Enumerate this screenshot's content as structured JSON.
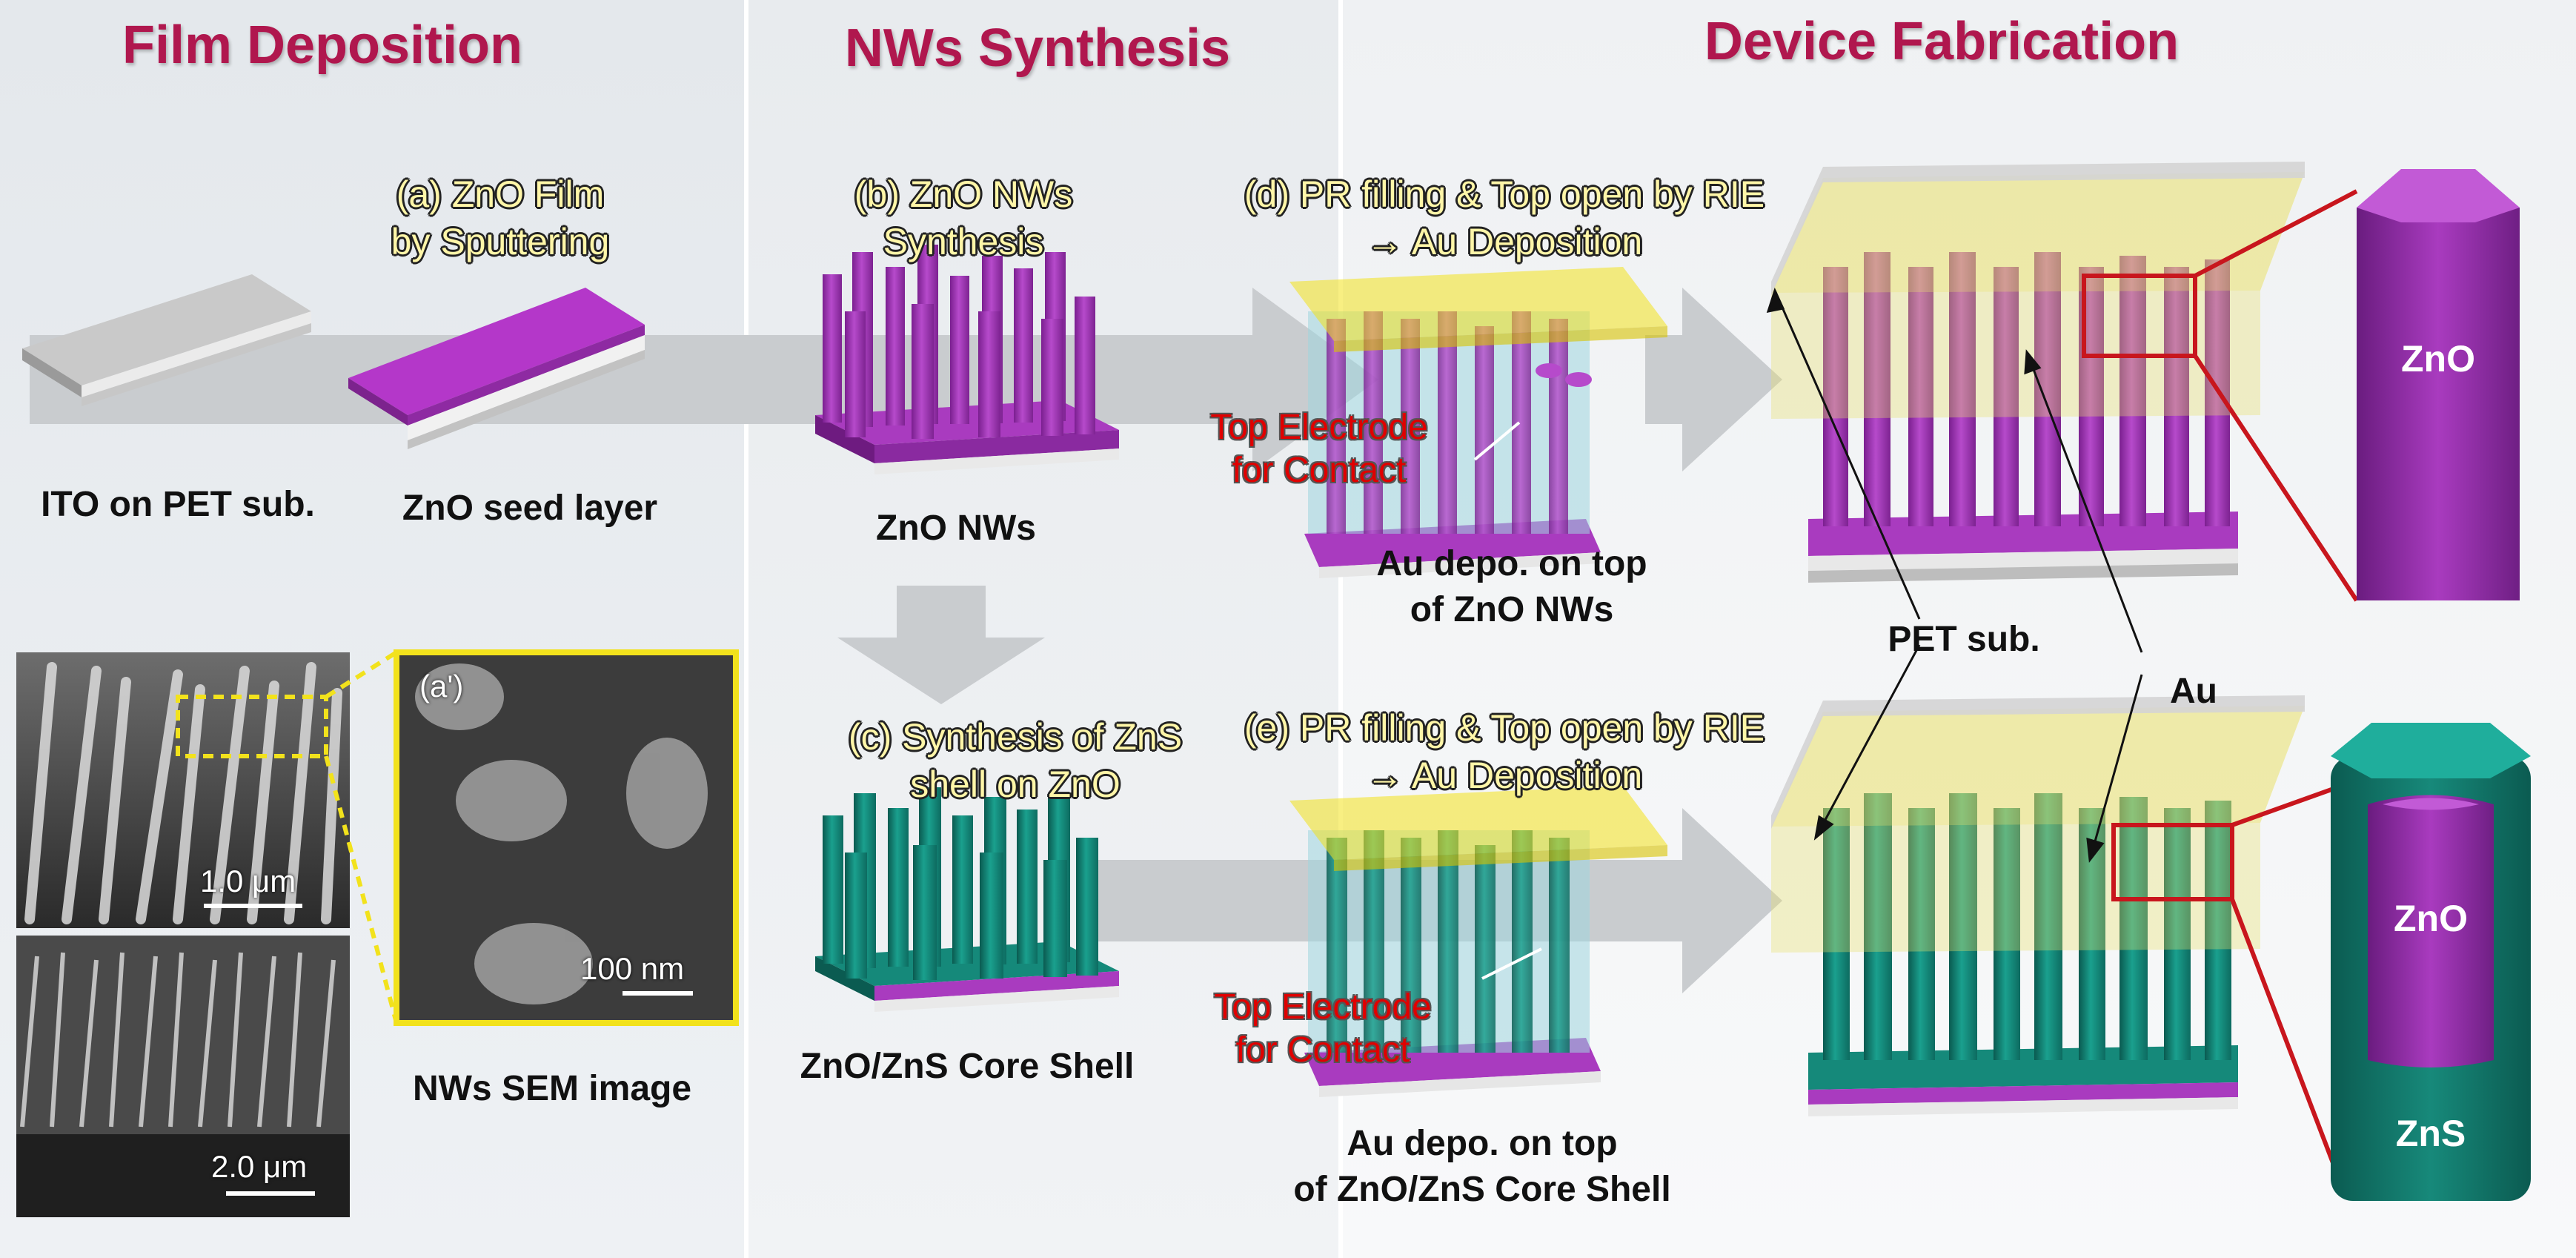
{
  "sections": {
    "film": "Film Deposition",
    "nws": "NWs Synthesis",
    "device": "Device Fabrication"
  },
  "steps": {
    "a1": "(a) ZnO Film",
    "a2": "by Sputtering",
    "b1": "(b) ZnO NWs",
    "b2": "Synthesis",
    "c1": "(c) Synthesis of ZnS",
    "c2": "shell on ZnO",
    "d1": "(d) PR filling & Top open by RIE",
    "d2": "→ Au Deposition",
    "e1": "(e) PR filling & Top open by RIE",
    "e2": "→ Au Deposition"
  },
  "labels": {
    "ito": "ITO on PET sub.",
    "seed": "ZnO seed layer",
    "zno_nws": "ZnO NWs",
    "core_shell": "ZnO/ZnS Core Shell",
    "sem_image": "NWs SEM image",
    "au_top1_a": "Au depo. on top",
    "au_top1_b": "of ZnO NWs",
    "au_top2_a": "Au depo. on top",
    "au_top2_b": "of ZnO/ZnS Core Shell",
    "pet": "PET sub.",
    "au": "Au"
  },
  "electrode": {
    "line1": "Top Electrode",
    "line2": "for Contact"
  },
  "materials": {
    "zno": "ZnO",
    "zns": "ZnS"
  },
  "sem": {
    "scale_1": "1.0 μm",
    "scale_2": "2.0 μm",
    "inset_label": "(a')",
    "scale_inset": "100 nm"
  },
  "colors": {
    "title": "#b0174e",
    "zno": "#a93bbf",
    "zns": "#15897a",
    "au_film": "#e9e06a",
    "callout_red": "#c8161d",
    "highlight_yellow": "#f2e21c"
  }
}
